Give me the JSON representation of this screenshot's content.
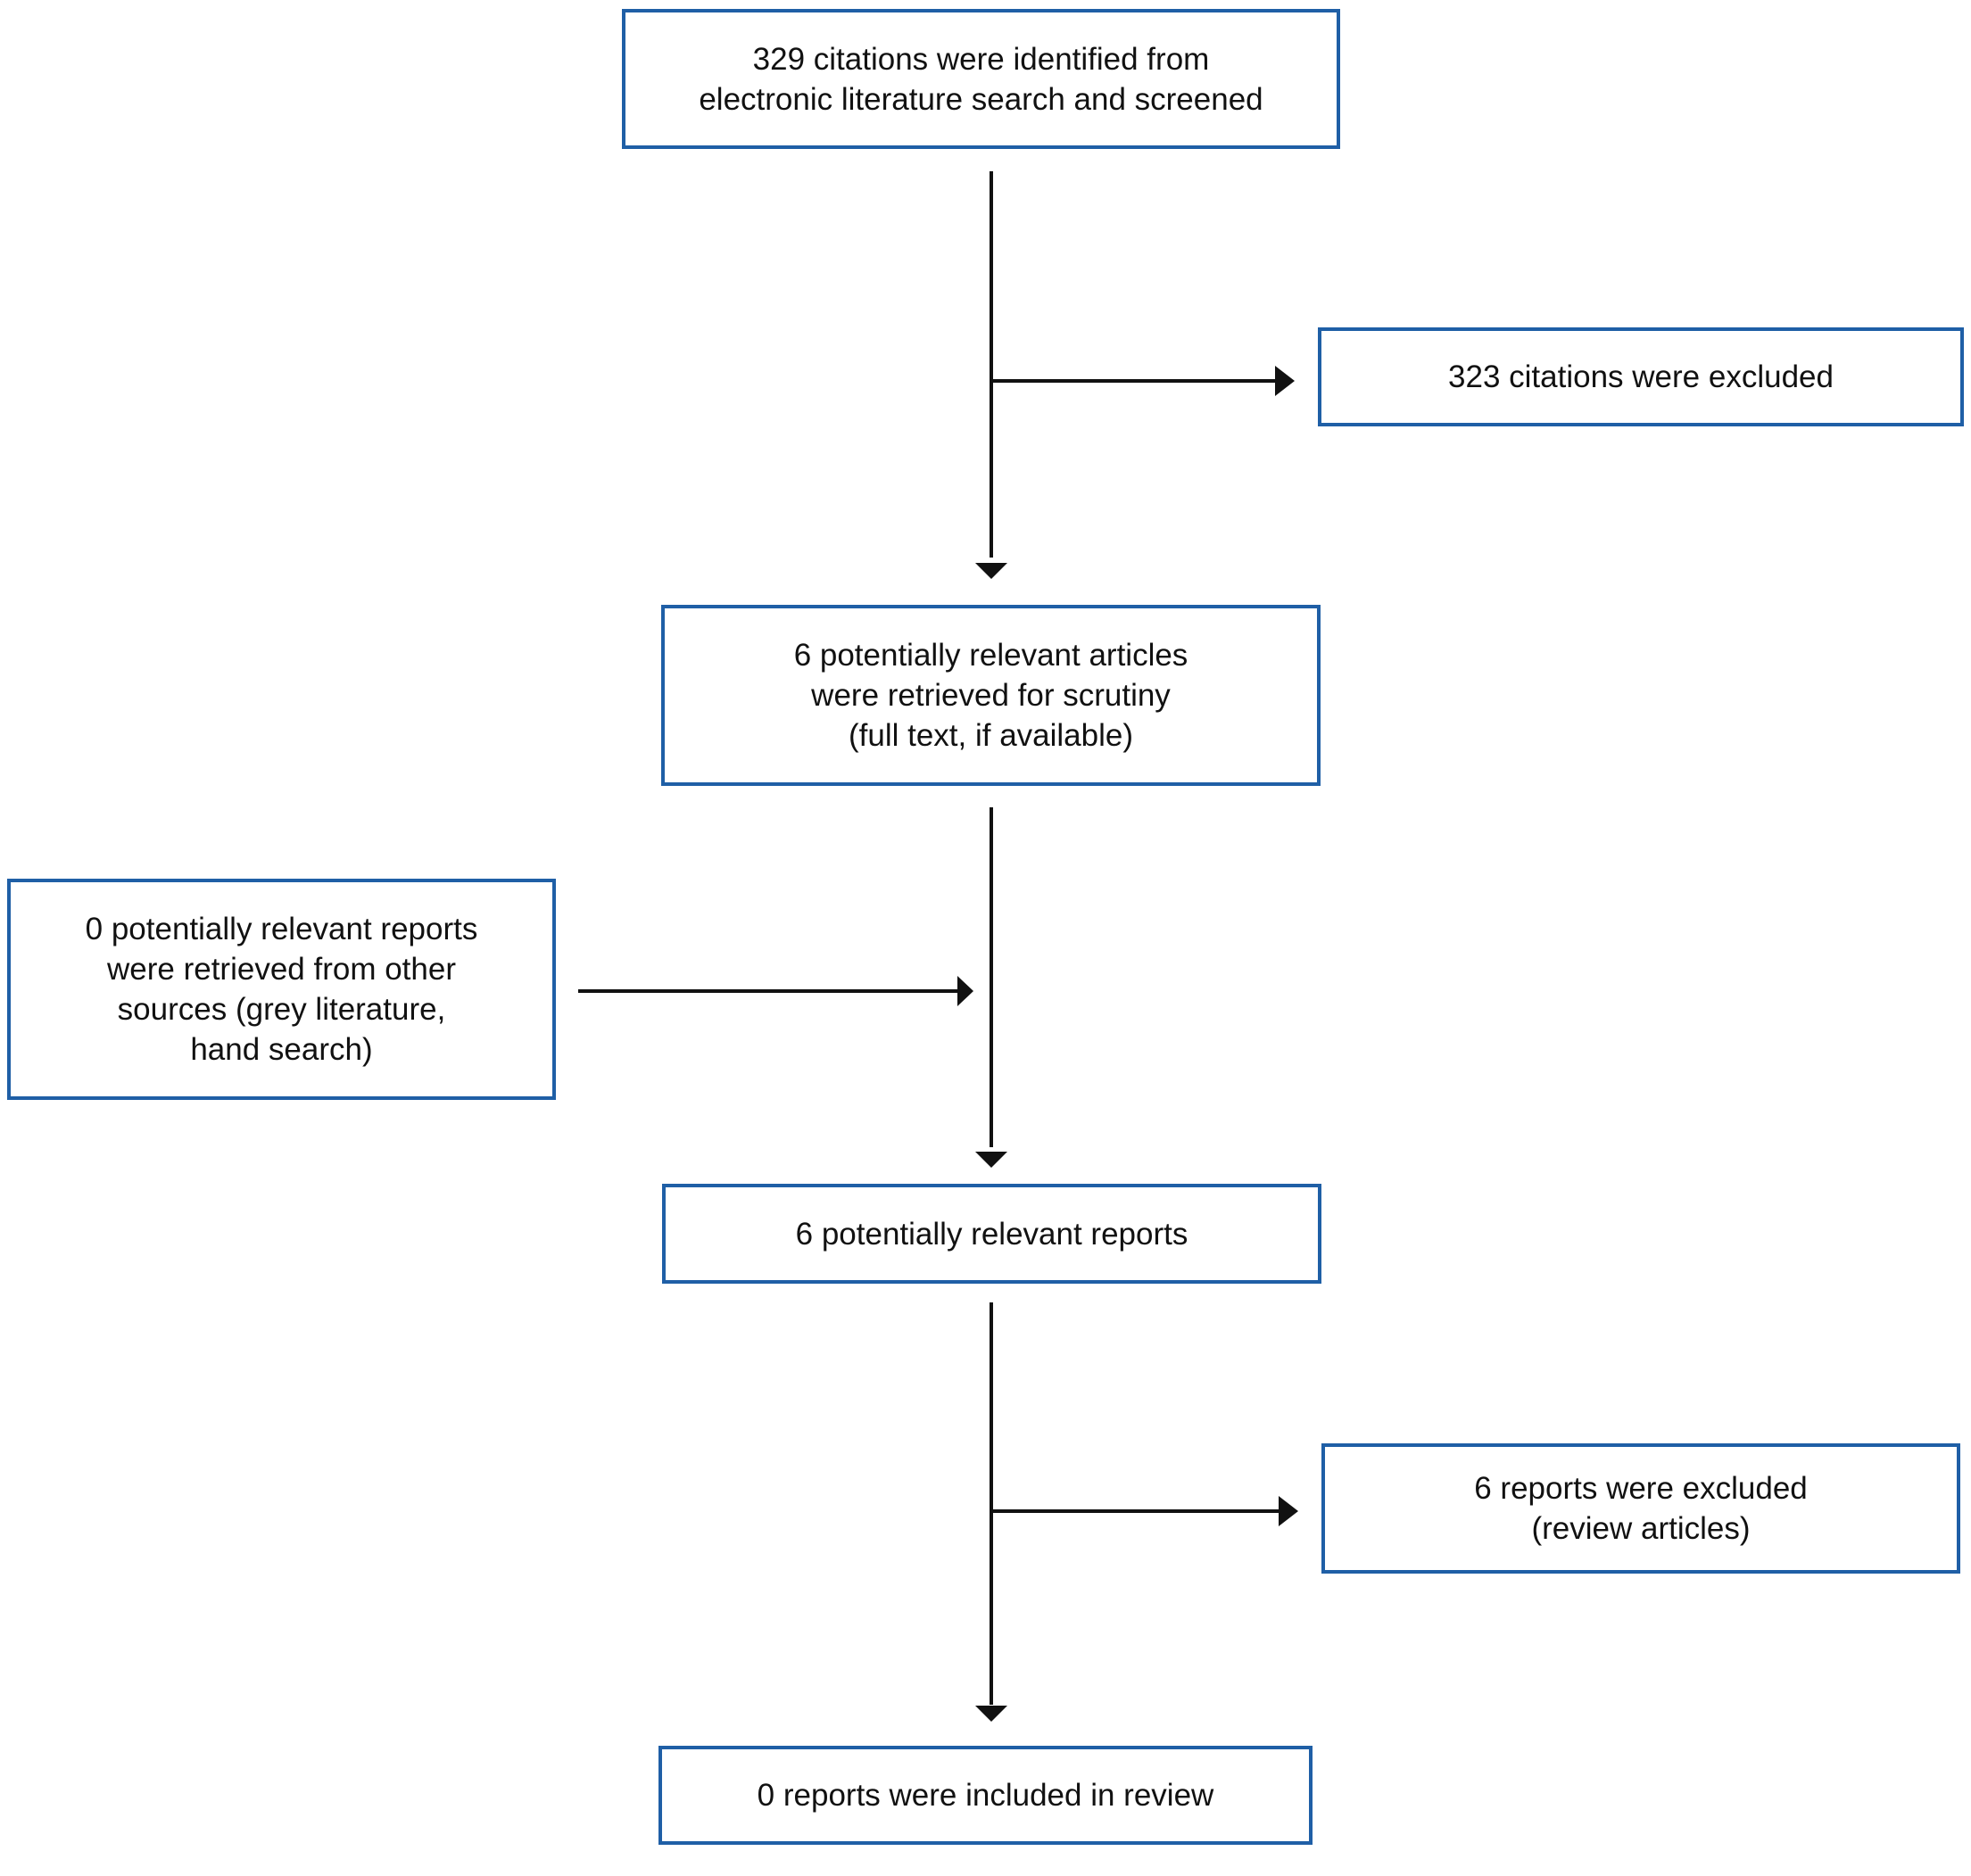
{
  "colors": {
    "box_border": "#1f5fa6",
    "arrow": "#111111",
    "text": "#111111",
    "background": "#ffffff"
  },
  "boxes": {
    "identified": "329 citations were identified from\nelectronic literature search and screened",
    "excluded_citations": "323 citations were excluded",
    "retrieved": "6 potentially relevant articles\nwere retrieved for scrutiny\n(full text, if available)",
    "other_sources": "0 potentially relevant reports\nwere retrieved from other\nsources (grey literature,\nhand search)",
    "relevant_reports": "6 potentially relevant reports",
    "excluded_reports": "6 reports were excluded\n(review articles)",
    "included": "0 reports were included in review"
  }
}
